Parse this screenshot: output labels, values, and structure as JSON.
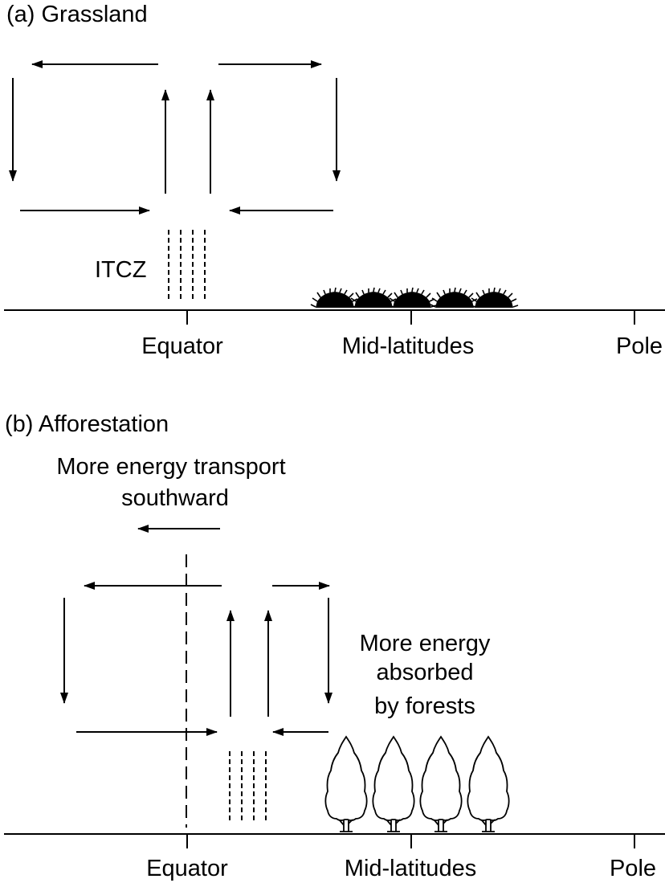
{
  "panel_a": {
    "title": "(a) Grassland",
    "itcz_label": "ITCZ",
    "axis_labels": [
      "Equator",
      "Mid-latitudes",
      "Pole"
    ],
    "vegetation": "grass-tufts"
  },
  "panel_b": {
    "title": "(b) Afforestation",
    "transport_label_line1": "More energy transport",
    "transport_label_line2": "southward",
    "absorbed_label_line1": "More energy",
    "absorbed_label_line2": "absorbed",
    "absorbed_label_line3": "by forests",
    "axis_labels": [
      "Equator",
      "Mid-latitudes",
      "Pole"
    ],
    "vegetation": "trees"
  },
  "colors": {
    "ink": "#000000",
    "background": "#ffffff"
  }
}
